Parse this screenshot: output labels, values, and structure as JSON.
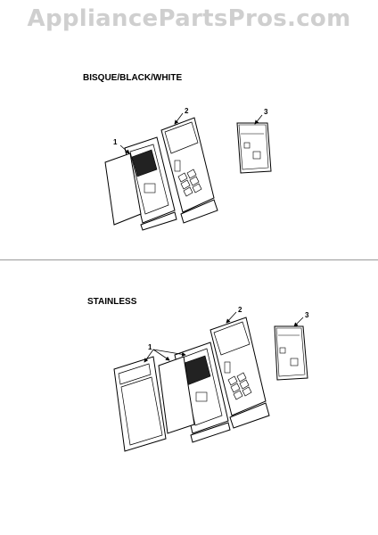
{
  "watermark": "AppliancePartsPros.com",
  "sections": [
    {
      "title": "BISQUE/BLACK/WHITE",
      "callouts": [
        "1",
        "2",
        "3"
      ]
    },
    {
      "title": "STAINLESS",
      "callouts": [
        "1",
        "2",
        "3"
      ]
    }
  ]
}
